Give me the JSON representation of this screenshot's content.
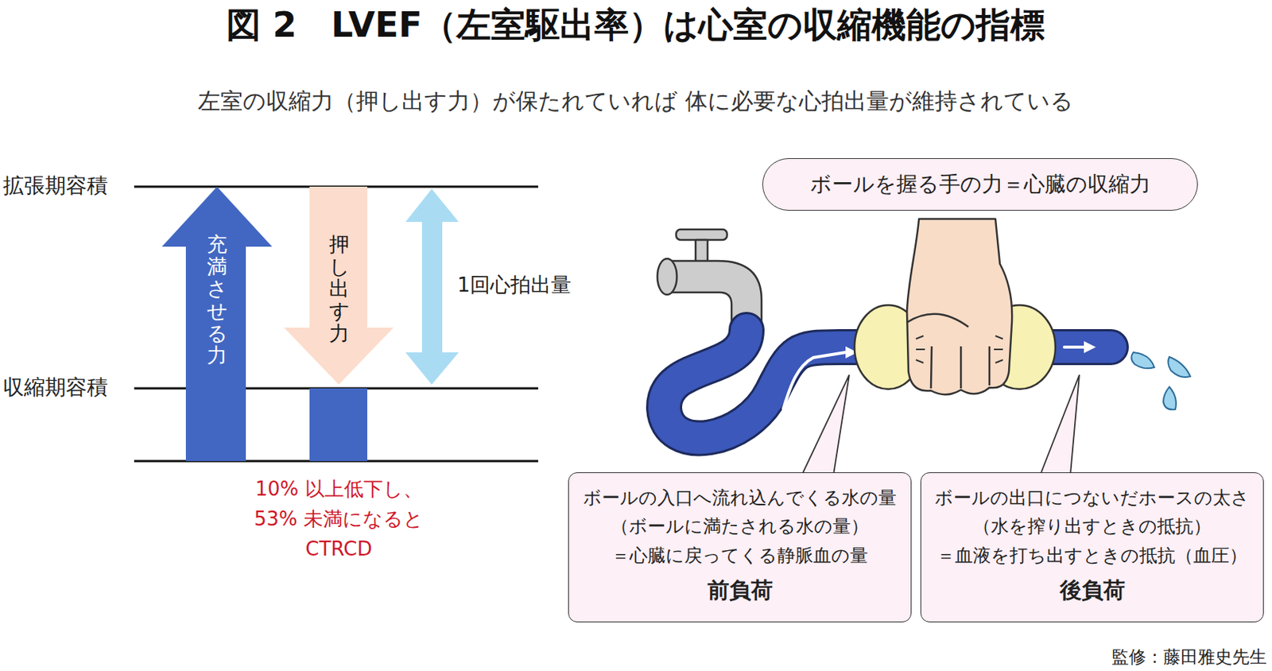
{
  "diagram": {
    "title": "図 2　LVEF（左室駆出率）は心室の収縮機能の指標",
    "nodes": [
      {
        "text": [
          "充満させる力"
        ]
      },
      {
        "text": [
          "押し出す力"
        ]
      },
      {
        "text": [
          "ボールを握る手の力＝心臓の収縮力"
        ]
      },
      {
        "text": [
          "ボールの入口へ流れ込んでくる水の量",
          "（ボールに満たされる水の量）",
          "＝心臓に戻ってくる静脈血の量",
          "前負荷"
        ]
      },
      {
        "text": [
          "ボールの出口につないだホースの太さ",
          "（水を搾り出すときの抵抗）",
          "＝血液を打ち出すときの抵抗（血圧）",
          "後負荷"
        ]
      }
    ],
    "labels": [
      "左室の収縮力（押し出す力）が保たれていれば 体に必要な心拍出量が維持されている",
      "拡張期容積",
      "収縮期容積",
      "1回心拍出量",
      "10% 以上低下し、",
      "53% 未満になると",
      "CTRCD",
      "監修：藤田雅史先生"
    ]
  }
}
